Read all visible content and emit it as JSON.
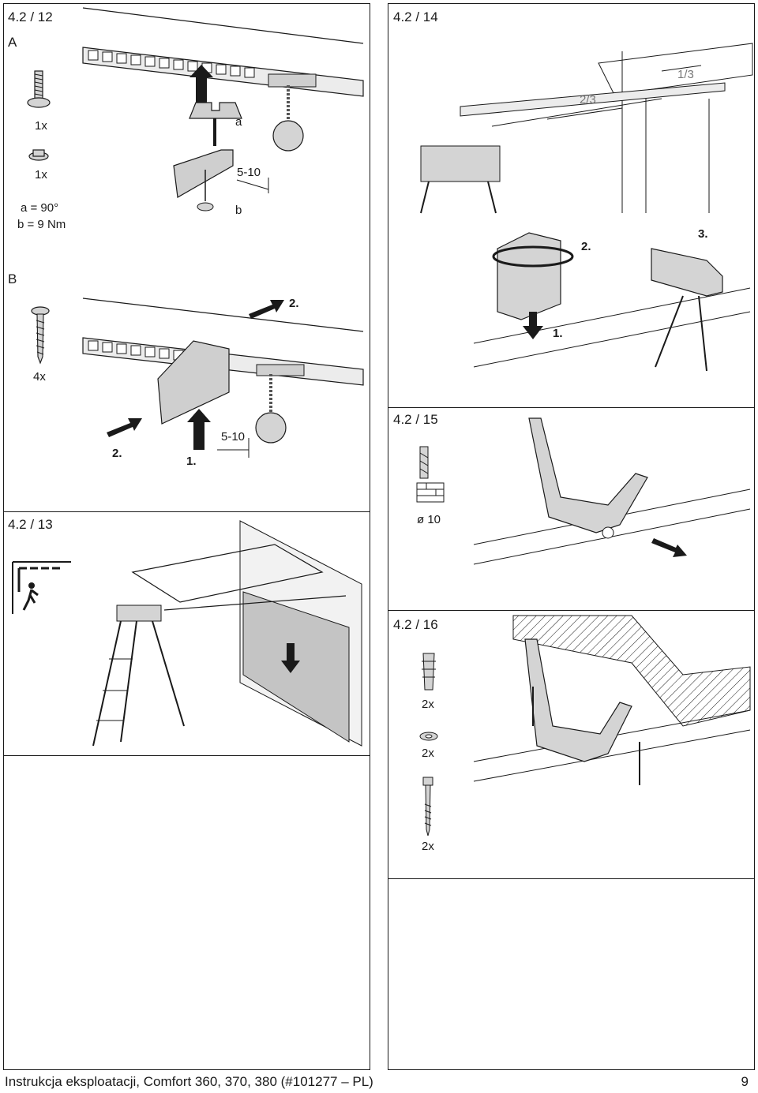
{
  "sections": {
    "s12": {
      "title": "4.2 / 12",
      "A": {
        "label": "A",
        "part1_qty": "1x",
        "part2_qty": "1x",
        "spec_a": "a = 90°",
        "spec_b": "b = 9 Nm",
        "callout_a": "a",
        "callout_b": "b",
        "dim": "5-10"
      },
      "B": {
        "label": "B",
        "screw_qty": "4x",
        "dim": "5-10",
        "step1": "1.",
        "step2_top": "2.",
        "step2_left": "2."
      }
    },
    "s13": {
      "title": "4.2 / 13"
    },
    "s14": {
      "title": "4.2 / 14",
      "frac_two_thirds": "2/3",
      "frac_one_third": "1/3",
      "step1": "1.",
      "step2": "2.",
      "step3": "3."
    },
    "s15": {
      "title": "4.2 / 15",
      "drill": "ø 10"
    },
    "s16": {
      "title": "4.2 / 16",
      "qty1": "2x",
      "qty2": "2x",
      "qty3": "2x"
    }
  },
  "footer": {
    "text": "Instrukcja eksploatacji, Comfort 360, 370, 380 (#101277 – PL)",
    "page": "9"
  },
  "colors": {
    "ink": "#1a1a1a",
    "fill": "#d4d4d4",
    "mid": "#9a9a9a"
  }
}
